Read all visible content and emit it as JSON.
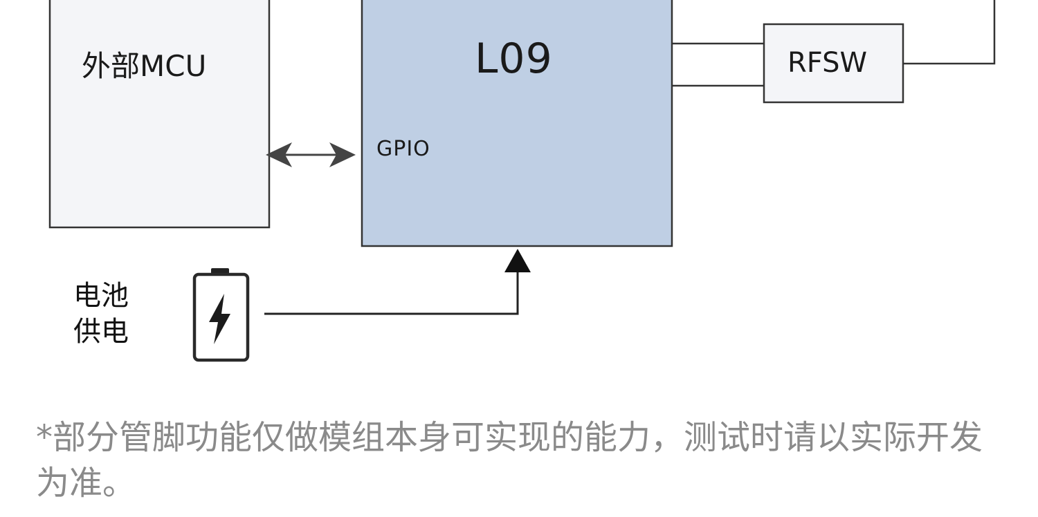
{
  "blocks": {
    "mcu": {
      "label": "外部MCU",
      "fill": "#f4f5f8"
    },
    "l09": {
      "label": "L09",
      "pin_label": "GPIO",
      "fill": "#bfcfe4"
    },
    "rfsw": {
      "label": "RFSW",
      "fill": "#f4f5f8"
    }
  },
  "battery": {
    "label": "电池供电",
    "icon": "battery-charging-icon"
  },
  "footnote": "*部分管脚功能仅做模组本身可实现的能力，测试时请以实际开发为准。",
  "colors": {
    "line": "#2b2b2b",
    "border": "#333333",
    "footnote": "#8a8a8a"
  }
}
